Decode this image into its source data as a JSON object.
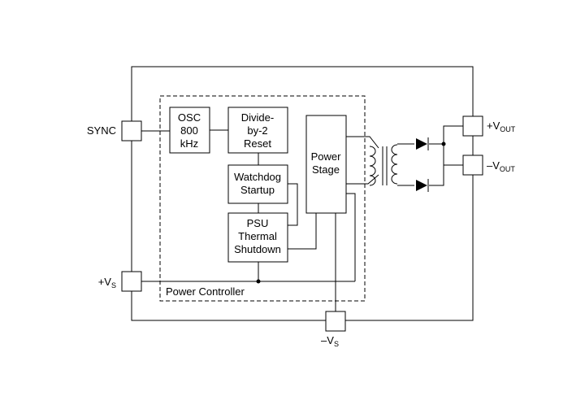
{
  "blocks": {
    "osc": [
      "OSC",
      "800",
      "kHz"
    ],
    "divide": [
      "Divide-",
      "by-2",
      "Reset"
    ],
    "watchdog": [
      "Watchdog",
      "Startup"
    ],
    "psu": [
      "PSU",
      "Thermal",
      "Shutdown"
    ],
    "power_stage": [
      "Power",
      "Stage"
    ]
  },
  "region_label": "Power Controller",
  "pins": {
    "sync": "SYNC",
    "vs_plus_prefix": "+V",
    "vs_plus_sub": "S",
    "vs_minus_prefix": "–V",
    "vs_minus_sub": "S",
    "vout_plus_prefix": "+V",
    "vout_plus_sub": "OUT",
    "vout_minus_prefix": "–V",
    "vout_minus_sub": "OUT"
  }
}
